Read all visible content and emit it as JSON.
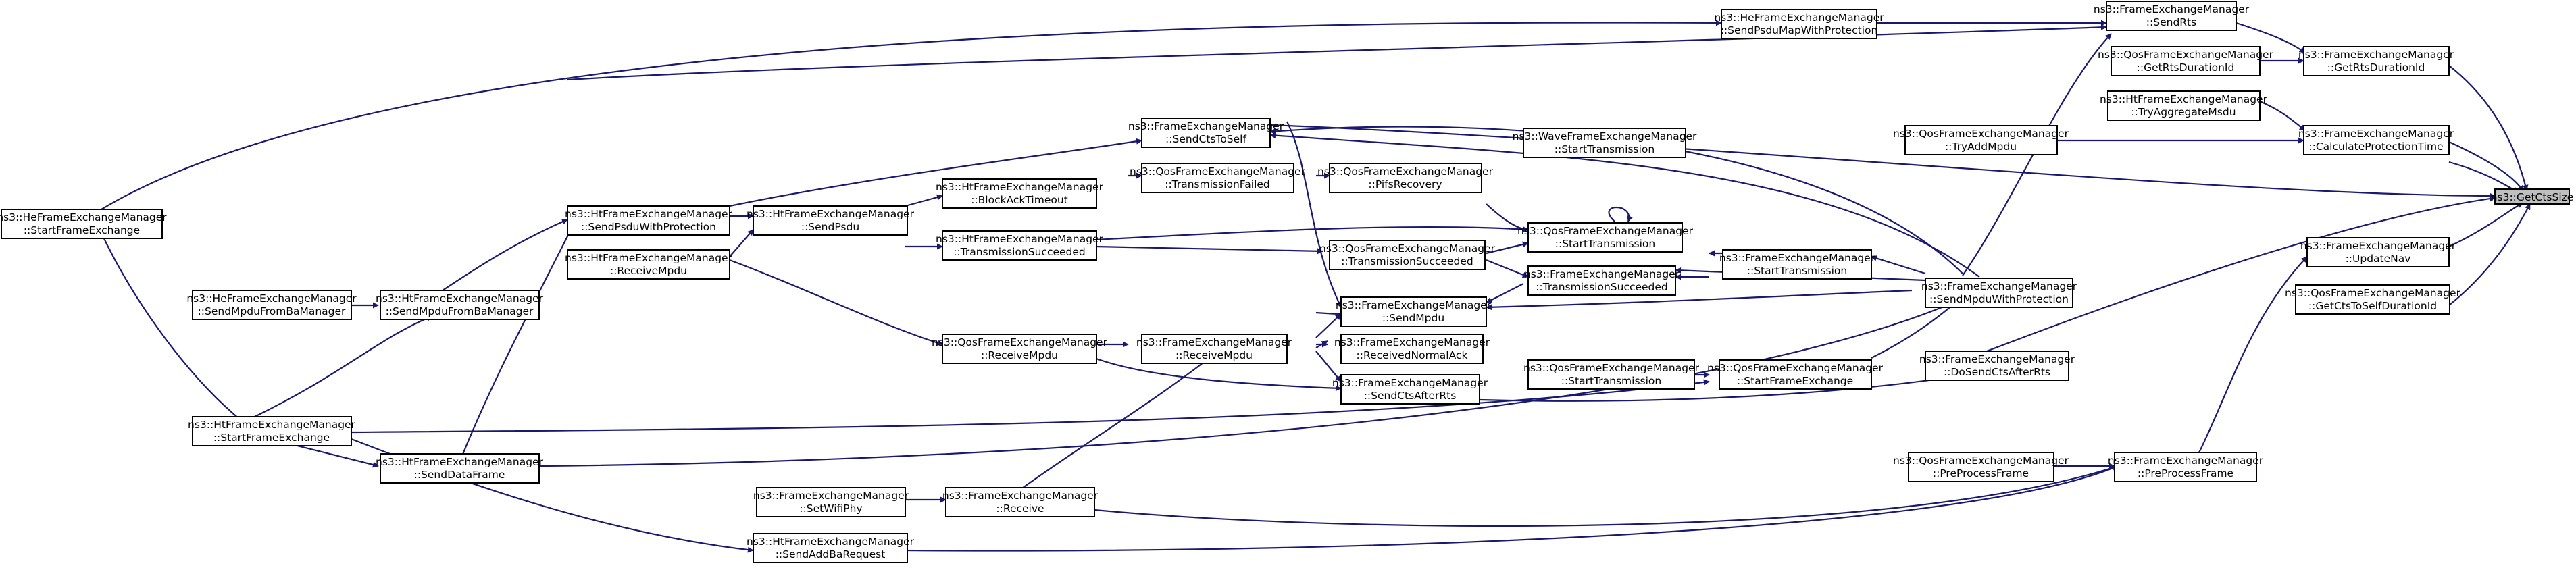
{
  "nodes": {
    "getctssize": {
      "line1": "ns3::GetCtsSize",
      "line2": ""
    },
    "he_startframeexchange": {
      "line1": "ns3::HeFrameExchangeManager",
      "line2": "::StartFrameExchange"
    },
    "he_sendpsdumapwithprotection": {
      "line1": "ns3::HeFrameExchangeManager",
      "line2": "::SendPsduMapWithProtection"
    },
    "fem_sendrts": {
      "line1": "ns3::FrameExchangeManager",
      "line2": "::SendRts"
    },
    "qos_getrtsdurationid": {
      "line1": "ns3::QosFrameExchangeManager",
      "line2": "::GetRtsDurationId"
    },
    "fem_getrtsdurationid": {
      "line1": "ns3::FrameExchangeManager",
      "line2": "::GetRtsDurationId"
    },
    "ht_tryaggregatempdu": {
      "line1": "ns3::HtFrameExchangeManager",
      "line2": "::TryAggregateMsdu"
    },
    "fem_calculateprotectiontime": {
      "line1": "ns3::FrameExchangeManager",
      "line2": "::CalculateProtectionTime"
    },
    "fem_sendctstoself": {
      "line1": "ns3::FrameExchangeManager",
      "line2": "::SendCtsToSelf"
    },
    "wave_starttransmission": {
      "line1": "ns3::WaveFrameExchangeManager",
      "line2": "::StartTransmission"
    },
    "qos_tryaddmpdu": {
      "line1": "ns3::QosFrameExchangeManager",
      "line2": "::TryAddMpdu"
    },
    "ht_blockacktimeout": {
      "line1": "ns3::HtFrameExchangeManager",
      "line2": "::BlockAckTimeout"
    },
    "qos_transmissionfailed": {
      "line1": "ns3::QosFrameExchangeManager",
      "line2": "::TransmissionFailed"
    },
    "qos_pifsrecovery": {
      "line1": "ns3::QosFrameExchangeManager",
      "line2": "::PifsRecovery"
    },
    "ht_sendpsduwithprotection": {
      "line1": "ns3::HtFrameExchangeManager",
      "line2": "::SendPsduWithProtection"
    },
    "ht_sendpsdu": {
      "line1": "ns3::HtFrameExchangeManager",
      "line2": "::SendPsdu"
    },
    "ht_receivempdu": {
      "line1": "ns3::HtFrameExchangeManager",
      "line2": "::ReceiveMpdu"
    },
    "ht_transmissionsucceeded": {
      "line1": "ns3::HtFrameExchangeManager",
      "line2": "::TransmissionSucceeded"
    },
    "qos_starttransmission": {
      "line1": "ns3::QosFrameExchangeManager",
      "line2": "::StartTransmission"
    },
    "qos_transmissionsucceeded": {
      "line1": "ns3::QosFrameExchangeManager",
      "line2": "::TransmissionSucceeded"
    },
    "fem_transmissionsucceeded": {
      "line1": "ns3::FrameExchangeManager",
      "line2": "::TransmissionSucceeded"
    },
    "fem_starttransmission": {
      "line1": "ns3::FrameExchangeManager",
      "line2": "::StartTransmission"
    },
    "fem_sendmpduwithprotection": {
      "line1": "ns3::FrameExchangeManager",
      "line2": "::SendMpduWithProtection"
    },
    "fem_updatenav": {
      "line1": "ns3::FrameExchangeManager",
      "line2": "::UpdateNav"
    },
    "qos_getctstoselfdurationid": {
      "line1": "ns3::QosFrameExchangeManager",
      "line2": "::GetCtsToSelfDurationId"
    },
    "he_sendmpdufrombamanager": {
      "line1": "ns3::HeFrameExchangeManager",
      "line2": "::SendMpduFromBaManager"
    },
    "ht_sendmpdufrombamanager": {
      "line1": "ns3::HtFrameExchangeManager",
      "line2": "::SendMpduFromBaManager"
    },
    "fem_sendmpdu": {
      "line1": "ns3::FrameExchangeManager",
      "line2": "::SendMpdu"
    },
    "qos_receivempdu": {
      "line1": "ns3::QosFrameExchangeManager",
      "line2": "::ReceiveMpdu"
    },
    "fem_receivempdu": {
      "line1": "ns3::FrameExchangeManager",
      "line2": "::ReceiveMpdu"
    },
    "fem_receivednormalack": {
      "line1": "ns3::FrameExchangeManager",
      "line2": "::ReceivedNormalAck"
    },
    "fem_sendctsafterrts": {
      "line1": "ns3::FrameExchangeManager",
      "line2": "::SendCtsAfterRts"
    },
    "qos_starttransmission2": {
      "line1": "ns3::QosFrameExchangeManager",
      "line2": "::StartTransmission"
    },
    "qos_startframeexchange": {
      "line1": "ns3::QosFrameExchangeManager",
      "line2": "::StartFrameExchange"
    },
    "fem_dosendctsafterrts": {
      "line1": "ns3::FrameExchangeManager",
      "line2": "::DoSendCtsAfterRts"
    },
    "ht_startframeexchange": {
      "line1": "ns3::HtFrameExchangeManager",
      "line2": "::StartFrameExchange"
    },
    "ht_senddataframe": {
      "line1": "ns3::HtFrameExchangeManager",
      "line2": "::SendDataFrame"
    },
    "fem_setwifiphy": {
      "line1": "ns3::FrameExchangeManager",
      "line2": "::SetWifiPhy"
    },
    "fem_receive": {
      "line1": "ns3::FrameExchangeManager",
      "line2": "::Receive"
    },
    "ht_sendaddbarequest": {
      "line1": "ns3::HtFrameExchangeManager",
      "line2": "::SendAddBaRequest"
    },
    "qos_preprocessframe": {
      "line1": "ns3::QosFrameExchangeManager",
      "line2": "::PreProcessFrame"
    },
    "fem_preprocessframe": {
      "line1": "ns3::FrameExchangeManager",
      "line2": "::PreProcessFrame"
    }
  }
}
